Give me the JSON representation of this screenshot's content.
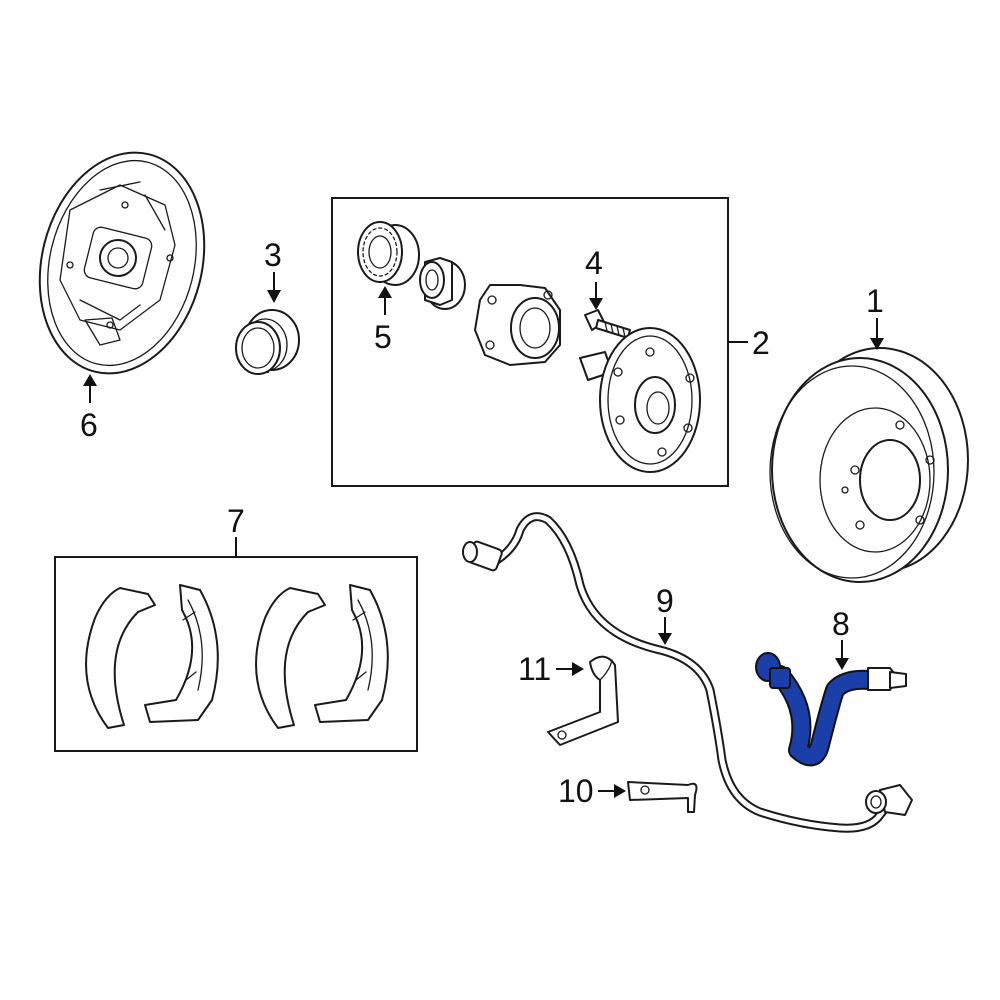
{
  "diagram": {
    "highlight_color": "#1a3fa8",
    "line_color": "#1a1a1a",
    "parts": [
      {
        "id": "drum",
        "label": "1",
        "icon": "brake-drum-icon"
      },
      {
        "id": "hub-kit",
        "label": "2",
        "icon": "hub-assembly-icon"
      },
      {
        "id": "dust-cap",
        "label": "3",
        "icon": "dust-cap-icon"
      },
      {
        "id": "wheel-stud",
        "label": "4",
        "icon": "wheel-stud-icon"
      },
      {
        "id": "tone-ring",
        "label": "5",
        "icon": "tone-ring-icon"
      },
      {
        "id": "backing-plate",
        "label": "6",
        "icon": "backing-plate-icon"
      },
      {
        "id": "shoe-set",
        "label": "7",
        "icon": "brake-shoes-icon"
      },
      {
        "id": "brake-hose",
        "label": "8",
        "icon": "brake-hose-icon",
        "highlighted": true
      },
      {
        "id": "abs-sensor",
        "label": "9",
        "icon": "abs-sensor-icon"
      },
      {
        "id": "bracket-lower",
        "label": "10",
        "icon": "bracket-icon"
      },
      {
        "id": "bracket-upper",
        "label": "11",
        "icon": "bracket-icon"
      }
    ]
  }
}
